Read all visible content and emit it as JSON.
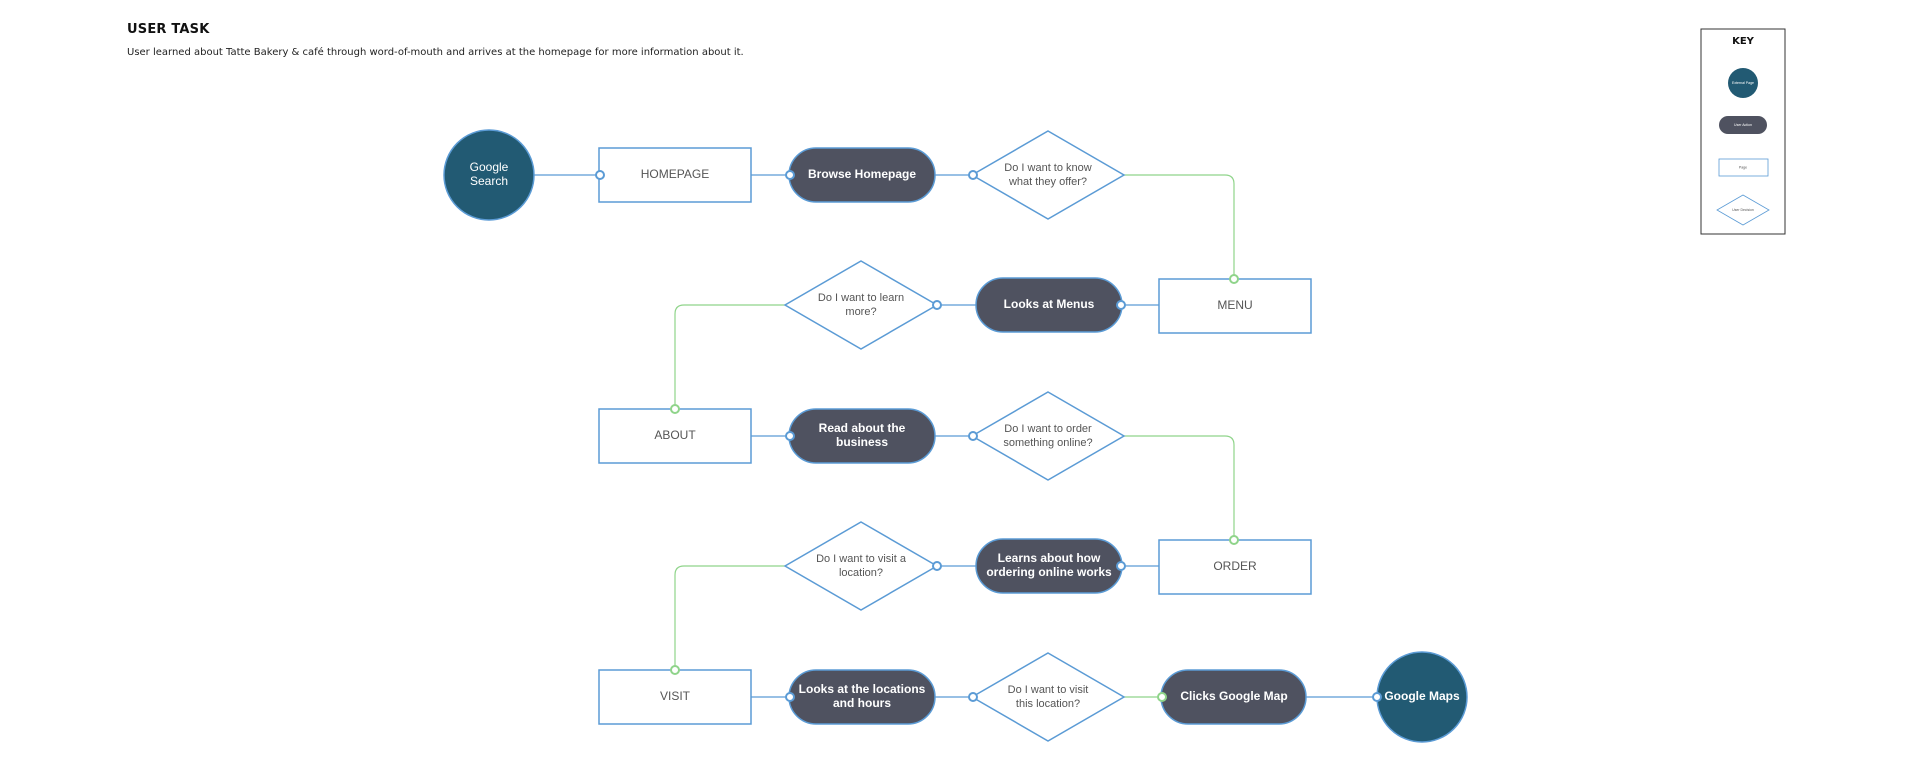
{
  "header": {
    "title": "USER TASK",
    "description": "User learned about Tatte Bakery & café through word-of-mouth and arrives at the homepage for more information about it."
  },
  "colors": {
    "external": "#225a73",
    "action": "#4f5260",
    "outline": "#5b9bd5",
    "yes_line": "#8fd48a",
    "page_text": "#555555"
  },
  "key": {
    "title": "KEY",
    "items": [
      {
        "label": "External Page",
        "shape": "circle"
      },
      {
        "label": "User Action",
        "shape": "pill"
      },
      {
        "label": "Page",
        "shape": "rect"
      },
      {
        "label": "User Decision",
        "shape": "diamond"
      }
    ]
  },
  "nodes": {
    "google_search": {
      "label1": "Google",
      "label2": "Search"
    },
    "homepage": {
      "label": "HOMEPAGE"
    },
    "browse_homepage": {
      "label": "Browse Homepage"
    },
    "q_offer": {
      "label1": "Do I want to know",
      "label2": "what they offer?"
    },
    "menu": {
      "label": "MENU"
    },
    "looks_menus": {
      "label": "Looks at Menus"
    },
    "q_learn": {
      "label1": "Do I want to learn",
      "label2": "more?"
    },
    "about": {
      "label": "ABOUT"
    },
    "read_business": {
      "label1": "Read about the",
      "label2": "business"
    },
    "q_order": {
      "label1": "Do I want to order",
      "label2": "something online?"
    },
    "order": {
      "label": "ORDER"
    },
    "learns_ordering": {
      "label1": "Learns about how",
      "label2": "ordering online works"
    },
    "q_visit_location": {
      "label1": "Do I want to visit a",
      "label2": "location?"
    },
    "visit": {
      "label": "VISIT"
    },
    "looks_locations": {
      "label1": "Looks at the locations",
      "label2": "and hours"
    },
    "q_visit_this": {
      "label1": "Do I want to visit",
      "label2": "this location?"
    },
    "clicks_map": {
      "label": "Clicks Google Map"
    },
    "google_maps": {
      "label": "Google Maps"
    }
  }
}
